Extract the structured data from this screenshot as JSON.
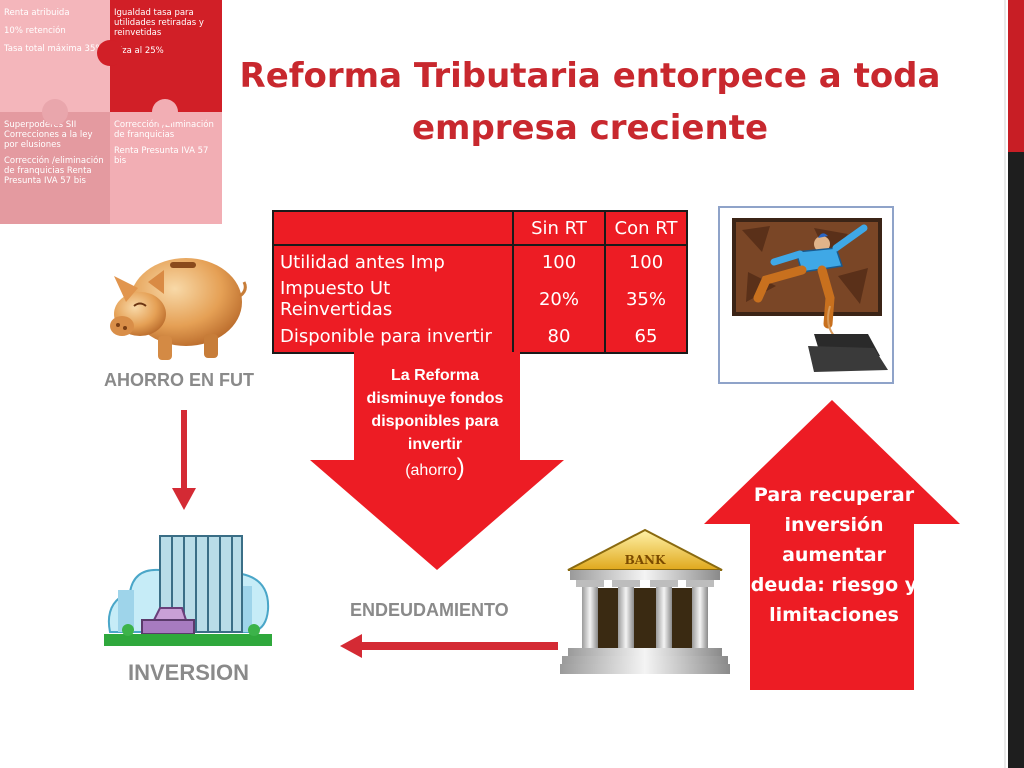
{
  "puzzle": {
    "top_left": [
      "Renta atribuida",
      "10% retención",
      "Tasa total máxima 35%"
    ],
    "top_right": [
      "Igualdad tasa para utilidades retiradas y reinvetidas",
      "Alza al 25%"
    ],
    "bottom_left": [
      "Superpoderes SII Correcciones a la ley por elusiones",
      "Corrección /eliminación de franquicias Renta Presunta IVA 57 bis"
    ],
    "bottom_right": [
      "Corrección /Eliminación de franquicias",
      "Renta Presunta IVA 57 bis"
    ]
  },
  "title": "Reforma Tributaria entorpece a toda empresa creciente",
  "table": {
    "headers": [
      "",
      "Sin RT",
      "Con RT"
    ],
    "rows": [
      [
        "Utilidad antes Imp",
        "100",
        "100"
      ],
      [
        "Impuesto Ut Reinvertidas",
        "20%",
        "35%"
      ],
      [
        "Disponible para invertir",
        "80",
        "65"
      ]
    ]
  },
  "labels": {
    "ahorro": "AHORRO EN FUT",
    "endeudamiento": "ENDEUDAMIENTO",
    "inversion": "INVERSION",
    "bank_sign": "BANK"
  },
  "down_arrow": {
    "text": "La Reforma disminuye fondos disponibles para  invertir",
    "text2": "(ahorro",
    "paren": ")"
  },
  "up_arrow": {
    "text": "Para recuperar inversión aumentar deuda: riesgo y limitaciones"
  },
  "colors": {
    "accent_red": "#ed1c24",
    "title_red": "#c8282e",
    "label_gray": "#8a8a8a"
  },
  "icons": [
    "piggy-bank-icon",
    "office-building-icon",
    "bank-icon",
    "climber-icon"
  ]
}
